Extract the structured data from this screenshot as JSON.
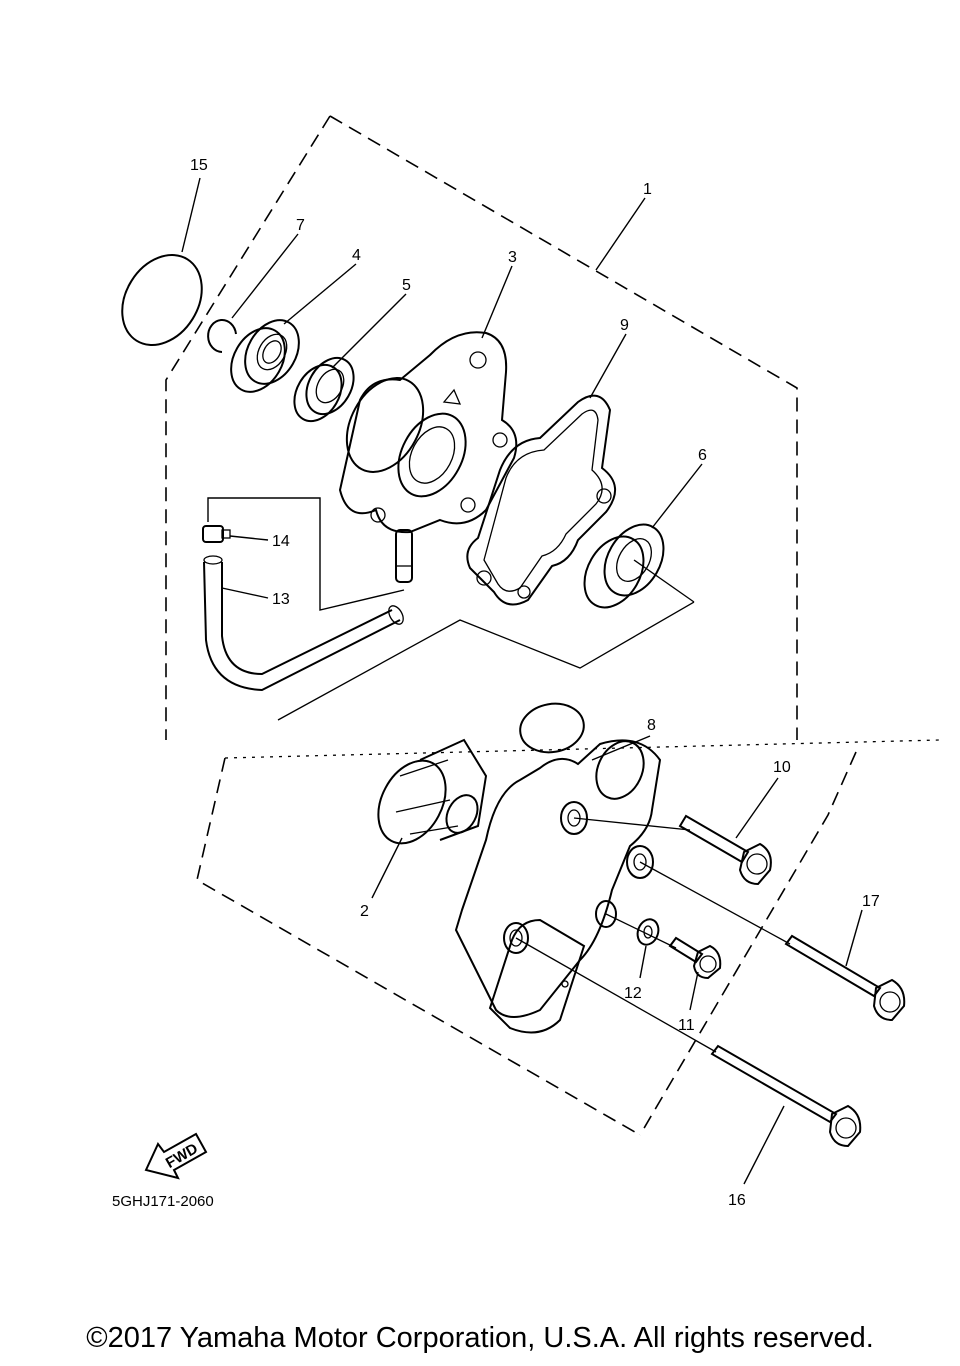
{
  "diagram": {
    "diagram_code": "5GHJ171-2060",
    "fwd_label": "FWD",
    "callouts": [
      "1",
      "2",
      "3",
      "4",
      "5",
      "6",
      "7",
      "8",
      "9",
      "10",
      "11",
      "12",
      "13",
      "14",
      "15",
      "16",
      "17"
    ]
  },
  "footer": {
    "copyright": "©2017 Yamaha Motor Corporation, U.S.A. All rights reserved."
  }
}
